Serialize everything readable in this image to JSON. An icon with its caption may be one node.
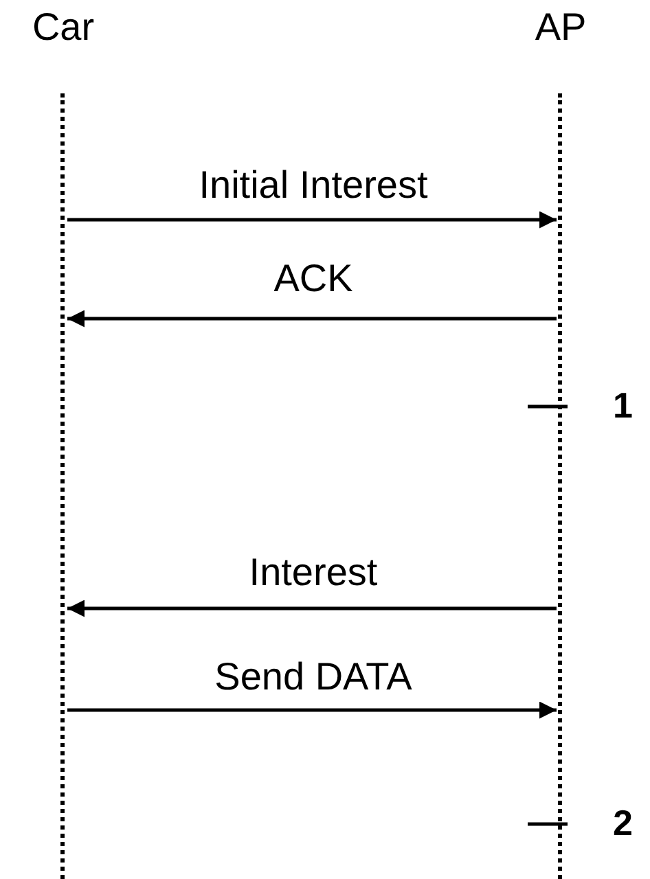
{
  "diagram": {
    "nodes": [
      {
        "text": [
          "Car"
        ]
      },
      {
        "text": [
          "AP"
        ]
      }
    ],
    "edges": [
      {
        "from": 0,
        "to": 1,
        "arrow": "to",
        "label": "Initial Interest"
      },
      {
        "from": 1,
        "to": 0,
        "arrow": "to",
        "label": "ACK"
      },
      {
        "from": 1,
        "to": 0,
        "arrow": "to",
        "label": "Interest"
      },
      {
        "from": 0,
        "to": 1,
        "arrow": "to",
        "label": "Send DATA"
      }
    ],
    "labels": [
      "1",
      "2"
    ]
  }
}
